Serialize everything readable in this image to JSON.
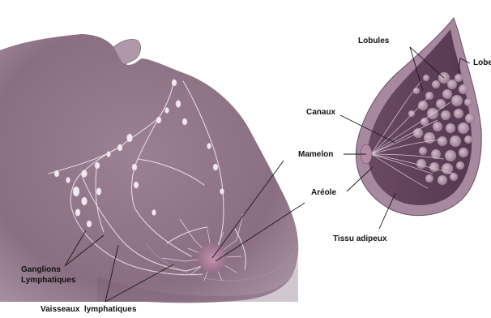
{
  "labels": {
    "lobules": "Lobules",
    "lobe": "Lobe",
    "canaux": "Canaux",
    "mamelon": "Mamelon",
    "areole": "Aréole",
    "tissu_adipeux": "Tissu adipeux",
    "ganglions_line1": "Ganglions",
    "ganglions_line2": "Lymphatiques",
    "vaisseaux": "Vaisseaux  lymphatiques"
  },
  "colors": {
    "skin": "#8b6f82",
    "skin_dark": "#6d5166",
    "skin_light": "#b79fb0",
    "lymph": "#f1e6ee",
    "areola": "#a47a94",
    "breast_inner": "#5f3f57",
    "lobule": "#b699ae",
    "leader": "#1a1a1a"
  }
}
